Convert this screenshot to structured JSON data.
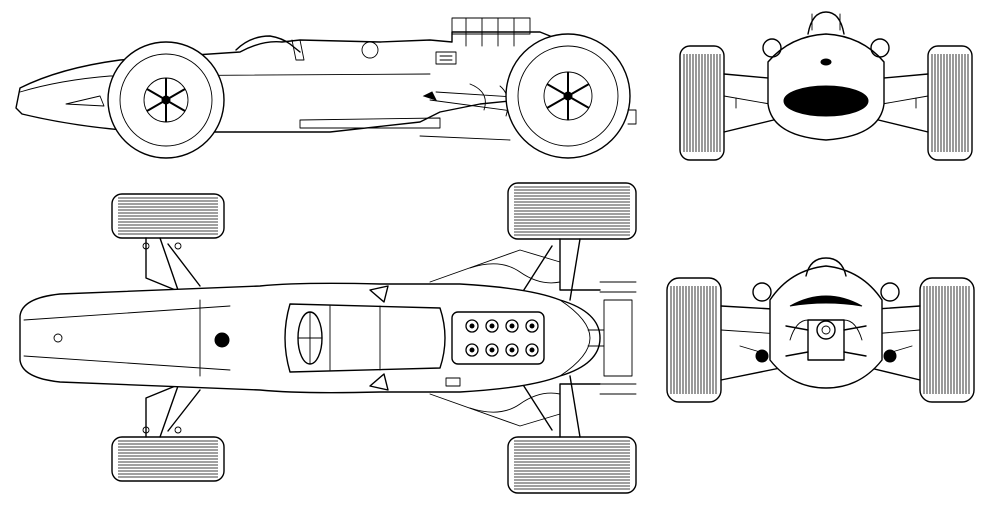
{
  "drawing": {
    "subject": "",
    "views": [
      "side",
      "top",
      "front",
      "rear"
    ],
    "line_color": "#000000",
    "background": "#ffffff"
  }
}
